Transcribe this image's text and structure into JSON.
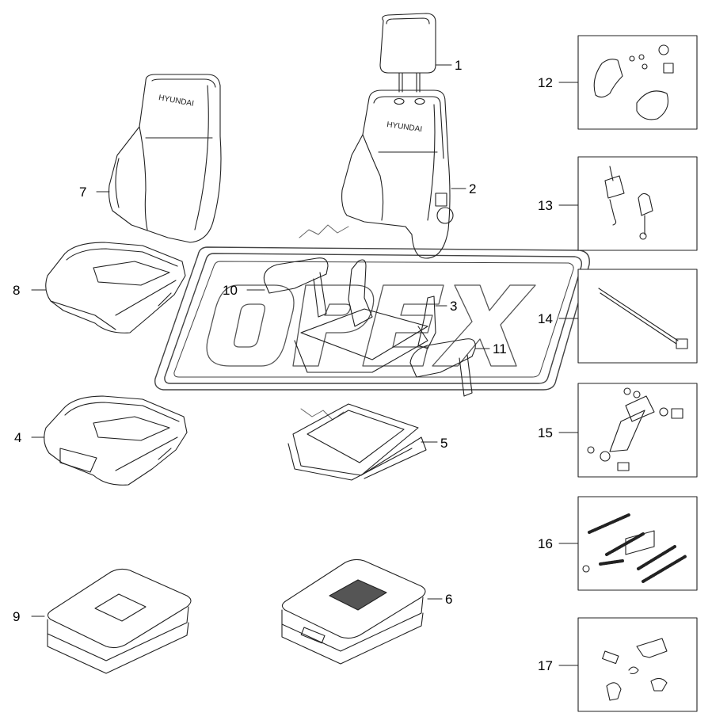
{
  "brand_label": "HYUNDAI",
  "watermark": "OPEX",
  "callouts": {
    "c1": "1",
    "c2": "2",
    "c3": "3",
    "c4": "4",
    "c5": "5",
    "c6": "6",
    "c7": "7",
    "c8": "8",
    "c9": "9",
    "c10": "10",
    "c11": "11",
    "c12": "12",
    "c13": "13",
    "c14": "14",
    "c15": "15",
    "c16": "16",
    "c17": "17"
  }
}
